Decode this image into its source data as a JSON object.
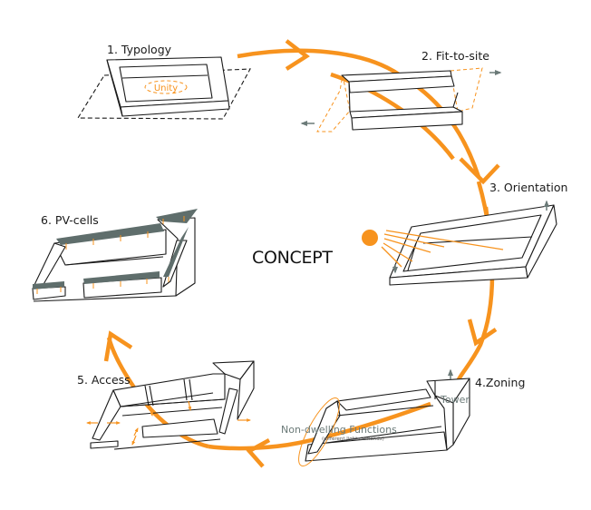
{
  "diagram": {
    "title": "CONCEPT",
    "steps": [
      {
        "number": 1,
        "label": "1. Typology",
        "annotation": "Unity"
      },
      {
        "number": 2,
        "label": "2. Fit-to-site"
      },
      {
        "number": 3,
        "label": "3. Orientation"
      },
      {
        "number": 4,
        "label": "4.Zoning",
        "annotations": {
          "tower": "Tower",
          "non_dwelling": "Non-dwelling Functions",
          "non_dwelling_note": "(different light demands)"
        }
      },
      {
        "number": 5,
        "label": "5. Access"
      },
      {
        "number": 6,
        "label": "6. PV-cells"
      }
    ],
    "cycle_direction": "clockwise",
    "colors": {
      "accent": "#f7931e",
      "pv_panel": "#5f6e6c",
      "annotation_gray": "#6b7a78",
      "outline": "#1a1a1a"
    }
  }
}
